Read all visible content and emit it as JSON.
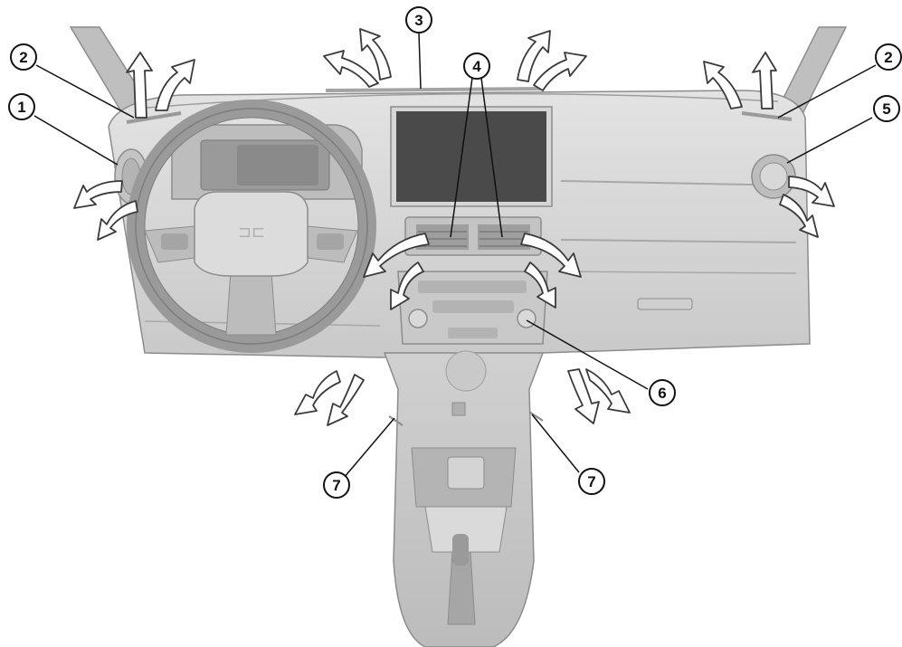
{
  "figure": {
    "subject": "dashboard-air-vents",
    "colors": {
      "background": "#ffffff",
      "body": "#d9d9d9",
      "body_light": "#e6e6e6",
      "body_dark": "#bdbdbd",
      "outline": "#8c8c8c",
      "screen": "#4a4a4a",
      "arrow_fill": "#ffffff",
      "arrow_stroke": "#3a3a3a",
      "callout": "#111111"
    }
  },
  "callouts": [
    {
      "id": "c1",
      "label": "1"
    },
    {
      "id": "c2a",
      "label": "2"
    },
    {
      "id": "c2b",
      "label": "2"
    },
    {
      "id": "c3",
      "label": "3"
    },
    {
      "id": "c4",
      "label": "4"
    },
    {
      "id": "c5",
      "label": "5"
    },
    {
      "id": "c6",
      "label": "6"
    },
    {
      "id": "c7a",
      "label": "7"
    },
    {
      "id": "c7b",
      "label": "7"
    }
  ]
}
